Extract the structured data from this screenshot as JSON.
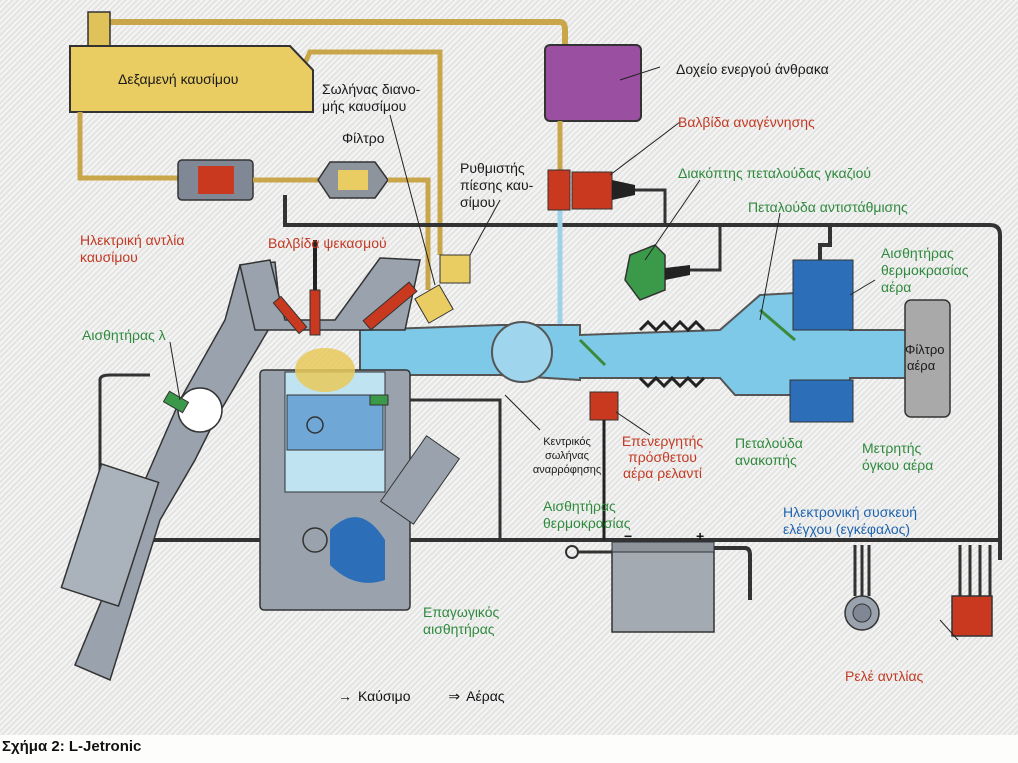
{
  "caption": "Σχήμα 2: L-Jetronic",
  "legend": {
    "fuel_symbol": "→",
    "fuel_label": "Καύσιμο",
    "air_symbol": "⇒",
    "air_label": "Αέρας"
  },
  "labels": {
    "fuel_tank": "Δεξαμενή καυσίμου",
    "fuel_line_1": "Σωλήνας διανο-",
    "fuel_line_2": "μής καυσίμου",
    "filter": "Φίλτρο",
    "pressure_regulator_1": "Ρυθμιστής",
    "pressure_regulator_2": "πίεσης καυ-",
    "pressure_regulator_3": "σίμου",
    "fuel_pump_1": "Ηλεκτρική αντλία",
    "fuel_pump_2": "καυσίμου",
    "injector": "Βαλβίδα ψεκασμού",
    "charcoal_canister": "Δοχείο ενεργού άνθρακα",
    "regeneration_valve": "Βαλβίδα αναγέννησης",
    "throttle_switch": "Διακόπτης πεταλούδας γκαζιού",
    "compensation_flap": "Πεταλούδα αντιστάθμισης",
    "air_temp_sensor_1": "Αισθητήρας",
    "air_temp_sensor_2": "θερμοκρασίας",
    "air_temp_sensor_3": "αέρα",
    "air_filter_1": "Φίλτρο",
    "air_filter_2": "αέρα",
    "lambda_sensor": "Αισθητήρας λ",
    "intake_manifold_1": "Κεντρικός",
    "intake_manifold_2": "σωλήνας",
    "intake_manifold_3": "αναρρόφησης",
    "aux_air_valve_1": "Επενεργητής",
    "aux_air_valve_2": "πρόσθετου",
    "aux_air_valve_3": "αέρα ρελαντί",
    "throttle_flap_1": "Πεταλούδα",
    "throttle_flap_2": "ανακοπής",
    "air_flow_meter_1": "Μετρητής",
    "air_flow_meter_2": "όγκου αέρα",
    "temp_sensor_1": "Αισθητήρας",
    "temp_sensor_2": "θερμοκρασίας",
    "ecu_1": "Ηλεκτρονική συσκευή",
    "ecu_2": "ελέγχου (εγκέφαλος)",
    "inductive_sensor_1": "Επαγωγικός",
    "inductive_sensor_2": "αισθητήρας",
    "pump_relay": "Ρελέ αντλίας",
    "battery_minus": "−",
    "battery_plus": "+"
  },
  "colors": {
    "fuel": "#e8cf6a",
    "canister": "#9a4fa0",
    "valve_red": "#c8391f",
    "air_blue": "#7ec8e8",
    "engine_gray": "#9aa3ad",
    "sensor_green": "#3b9a4a",
    "ecu_blue": "#2c6fb8"
  }
}
